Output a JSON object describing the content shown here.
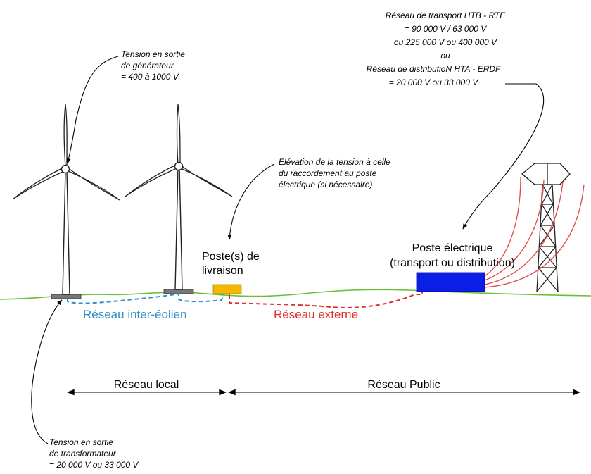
{
  "annotations": {
    "generator": [
      "Tension en sortie",
      "de générateur",
      "= 400 à 1000 V"
    ],
    "transformer": [
      "Tension en sortie",
      "de transformateur",
      "= 20 000 V ou 33 000 V"
    ],
    "elevation": [
      "Elévation de la tension à celle",
      "du raccordement au poste",
      "électrique (si nécessaire)"
    ],
    "grid": [
      "Réseau de transport HTB - RTE",
      "= 90 000 V / 63 000 V",
      "ou 225 000 V ou 400 000 V",
      "ou",
      "Réseau de distributioN HTA - ERDF",
      "= 20 000 V ou 33 000 V"
    ]
  },
  "labels": {
    "poste_livraison": [
      "Poste(s) de",
      "livraison"
    ],
    "poste_electrique": [
      "Poste électrique",
      "(transport ou distribution)"
    ]
  },
  "networks": {
    "inter_eolien": "Réseau inter-éolien",
    "externe": "Réseau externe"
  },
  "scopes": {
    "local": "Réseau local",
    "public": "Réseau Public"
  },
  "colors": {
    "ground": "#6abf3a",
    "inter_eolien": "#2f8fc6",
    "externe": "#e03030",
    "poste_livraison": "#f5b800",
    "poste_electrique": "#0a1ee8",
    "power_lines": "#e04848"
  }
}
